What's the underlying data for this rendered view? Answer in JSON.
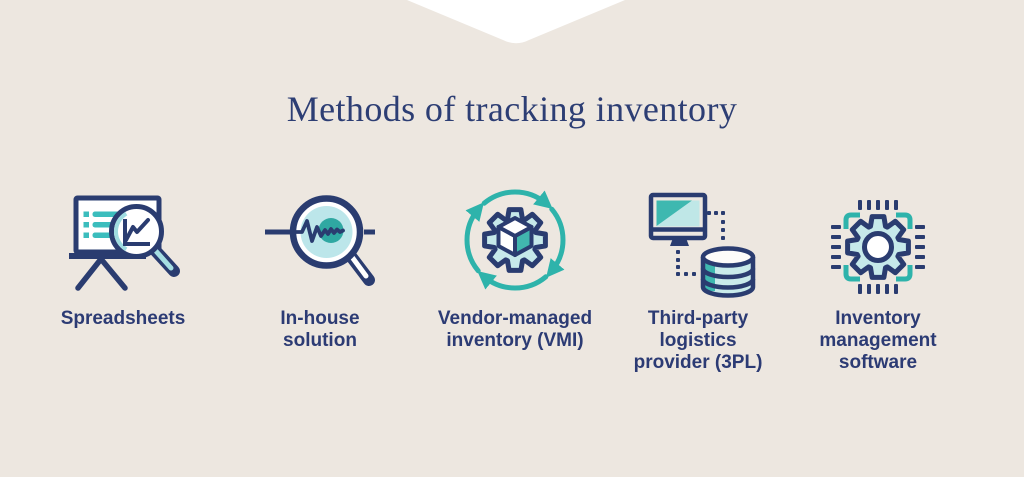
{
  "page": {
    "background_color": "#EDE7E0",
    "notch_color": "#FFFFFF"
  },
  "colors": {
    "navy": "#2A3C70",
    "text_navy": "#2C3B74",
    "title_navy": "#2D3E74",
    "teal": "#2EB3AB",
    "light_teal": "#C6E9EA",
    "mid_teal": "#3EB8B0",
    "white": "#FFFFFF"
  },
  "title": "Methods of tracking inventory",
  "methods": [
    {
      "label": "Spreadsheets",
      "icon": "presentation-chart-magnifier-icon"
    },
    {
      "label": "In-house\nsolution",
      "icon": "magnifier-pulse-icon"
    },
    {
      "label": "Vendor-managed\ninventory (VMI)",
      "icon": "gear-cube-cycle-icon"
    },
    {
      "label": "Third-party\nlogistics\nprovider (3PL)",
      "icon": "monitor-database-icon"
    },
    {
      "label": "Inventory\nmanagement\nsoftware",
      "icon": "gear-microchip-icon"
    }
  ]
}
